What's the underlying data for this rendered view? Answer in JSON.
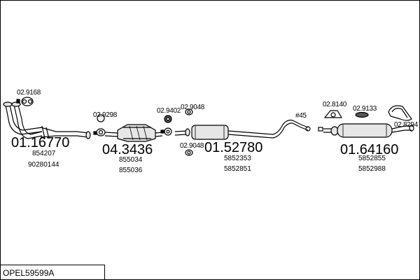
{
  "title_box": {
    "label": "OPEL59599A"
  },
  "colors": {
    "line": "#000000",
    "fill": "#e6e6e6",
    "dark": "#555555"
  },
  "groups": [
    {
      "id": "front-pipe",
      "main": "01.16770",
      "refs": [
        "854207",
        "90280144"
      ],
      "part": "02.9168"
    },
    {
      "id": "catalyst",
      "main": "04.3436",
      "refs": [
        "855034",
        "855036"
      ],
      "parts": [
        "02.9298",
        "02.9402",
        "02.9048",
        "02.9048"
      ]
    },
    {
      "id": "middle",
      "main": "01.52780",
      "refs": [
        "5852353",
        "5852851"
      ],
      "tag": "#45"
    },
    {
      "id": "rear",
      "main": "01.64160",
      "refs": [
        "5852855",
        "5852988"
      ],
      "parts": [
        "02.8140",
        "02.9133",
        "02.8294"
      ]
    }
  ]
}
